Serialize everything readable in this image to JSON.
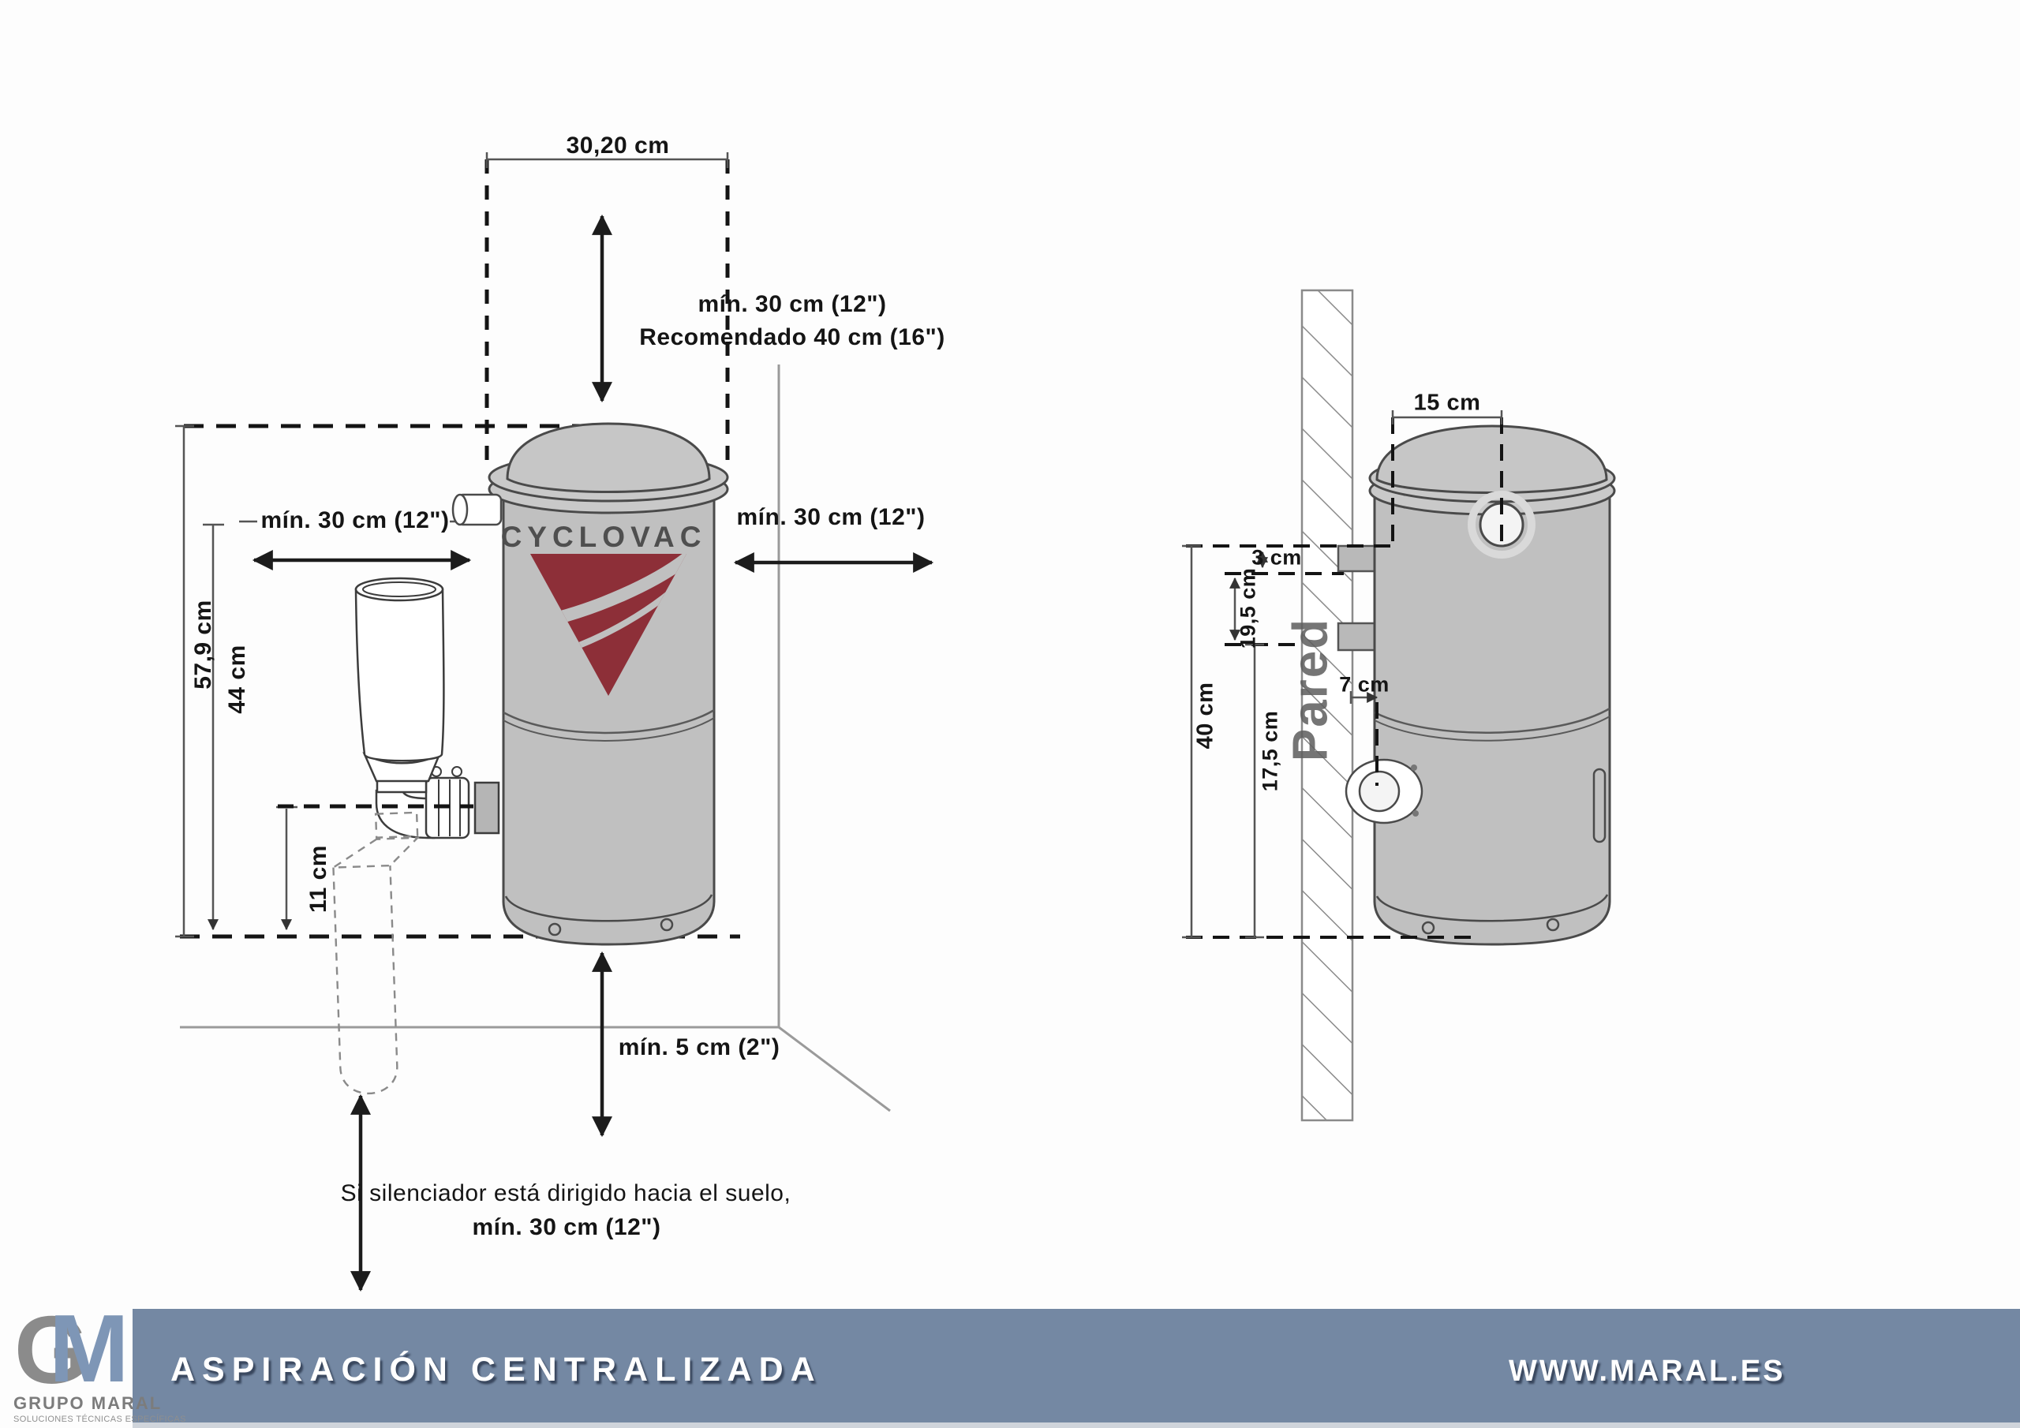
{
  "left_view": {
    "brand": "CYCLOVAC",
    "dim_width_top": "30,20 cm",
    "clearance_top_min": "mín. 30 cm (12\")",
    "clearance_top_recommended": "Recomendado 40 cm (16\")",
    "clearance_left": "mín. 30 cm (12\")",
    "clearance_right": "mín. 30 cm (12\")",
    "dim_height_total": "57,9 cm",
    "dim_height_inlet": "44 cm",
    "dim_height_outlet": "11 cm",
    "clearance_bottom": "mín. 5 cm (2\")",
    "note_floor_line1": "Si silenciador está dirigido hacia el suelo,",
    "note_floor_line2": "mín. 30 cm (12\")"
  },
  "right_view": {
    "wall_label": "Pared",
    "dim_inlet_offset": "15 cm",
    "dim_bracket_offset": "3 cm",
    "dim_bracket_spacing": "19,5 cm",
    "dim_exhaust_height": "40 cm",
    "dim_lower_spacing": "17,5 cm",
    "dim_exhaust_offset": "7 cm"
  },
  "footer": {
    "title": "ASPIRACIÓN CENTRALIZADA",
    "website": "WWW.MARAL.ES",
    "logo_letter_g": "G",
    "logo_letter_m": "M",
    "logo_name": "GRUPO MARAL",
    "logo_tagline": "SOLUCIONES TÉCNICAS ESPECÍFICAS"
  },
  "colors": {
    "footer_band": "#7488A3",
    "logo_maroon": "#8D2F38",
    "tank_gray": "#C0C0C0",
    "logo_blue": "#7E96B6",
    "logo_gray": "#8B8B8B"
  }
}
